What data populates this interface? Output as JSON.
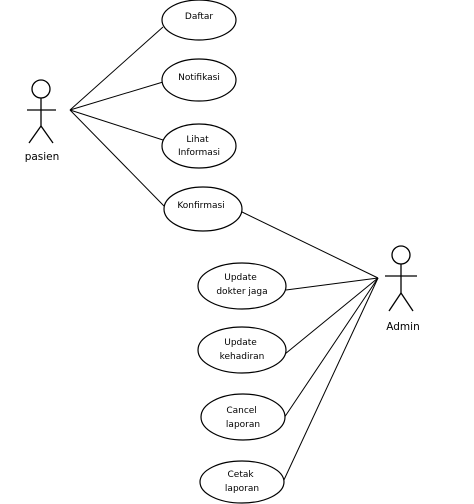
{
  "actors": {
    "pasien": {
      "label": "pasien"
    },
    "admin": {
      "label": "Admin"
    }
  },
  "use_cases": {
    "daftar": {
      "lines": [
        "Daftar"
      ]
    },
    "notifikasi": {
      "lines": [
        "Notifikasi"
      ]
    },
    "lihat_informasi": {
      "lines": [
        "Lihat",
        "Informasi"
      ]
    },
    "konfirmasi": {
      "lines": [
        "Konfirmasi"
      ]
    },
    "update_dokter_jaga": {
      "lines": [
        "Update",
        "dokter jaga"
      ]
    },
    "update_kehadiran": {
      "lines": [
        "Update",
        "kehadiran"
      ]
    },
    "cancel_laporan": {
      "lines": [
        "Cancel",
        "laporan"
      ]
    },
    "cetak_laporan": {
      "lines": [
        "Cetak",
        "laporan"
      ]
    }
  },
  "associations": [
    {
      "actor": "pasien",
      "use_case": "daftar"
    },
    {
      "actor": "pasien",
      "use_case": "notifikasi"
    },
    {
      "actor": "pasien",
      "use_case": "lihat_informasi"
    },
    {
      "actor": "pasien",
      "use_case": "konfirmasi"
    },
    {
      "actor": "admin",
      "use_case": "konfirmasi"
    },
    {
      "actor": "admin",
      "use_case": "update_dokter_jaga"
    },
    {
      "actor": "admin",
      "use_case": "update_kehadiran"
    },
    {
      "actor": "admin",
      "use_case": "cancel_laporan"
    },
    {
      "actor": "admin",
      "use_case": "cetak_laporan"
    }
  ]
}
